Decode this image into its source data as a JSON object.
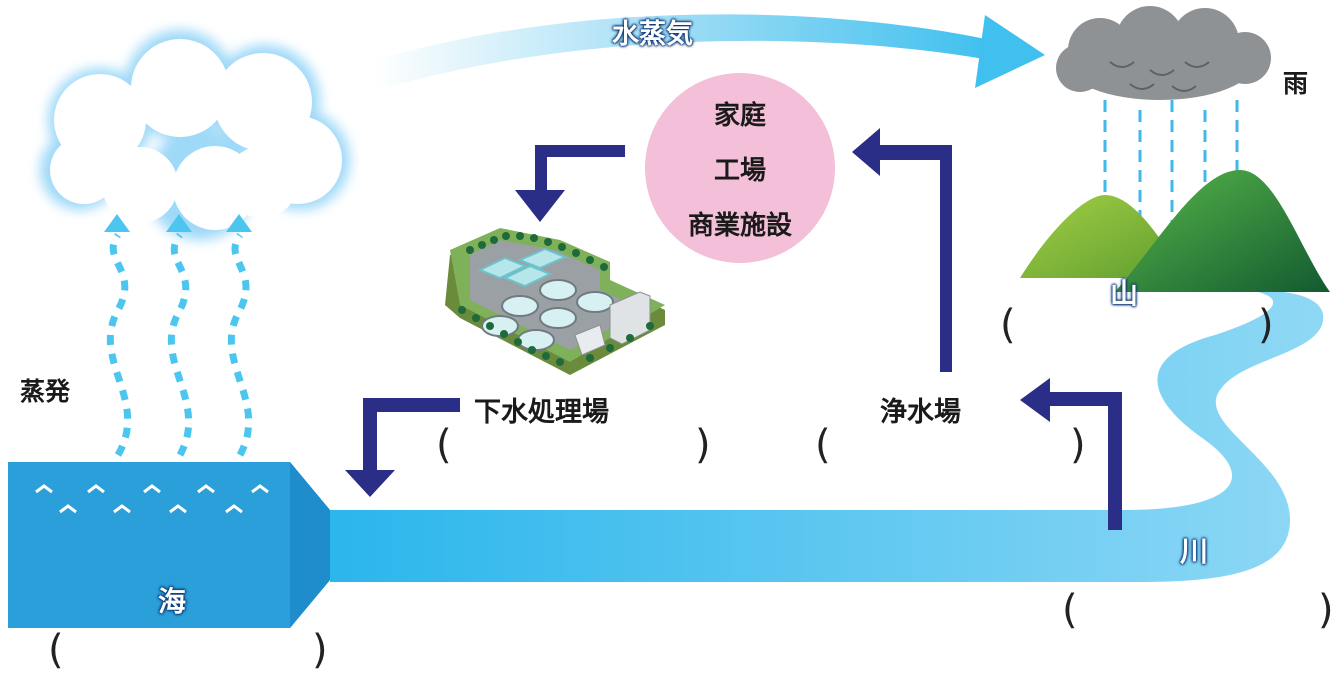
{
  "labels": {
    "vapor": "水蒸気",
    "rain": "雨",
    "home_line1": "家庭",
    "home_line2": "工場",
    "home_line3": "商業施設",
    "mountain": "山",
    "evaporation": "蒸発",
    "sewage": "下水処理場",
    "water_purification": "浄水場",
    "river": "川",
    "sea": "海"
  },
  "parens": {
    "open": "(",
    "close": ")"
  },
  "colors": {
    "sea": "#2b9fd9",
    "river": "#4cc6ef",
    "flow_arrow": "#2a2e86",
    "vapor_arrow": "#4cc6ef",
    "home_circle": "#f4bfd8",
    "cloud_gray": "#8e9295",
    "mountain_light": "#8dc43e",
    "mountain_dark": "#1e7a3c"
  }
}
